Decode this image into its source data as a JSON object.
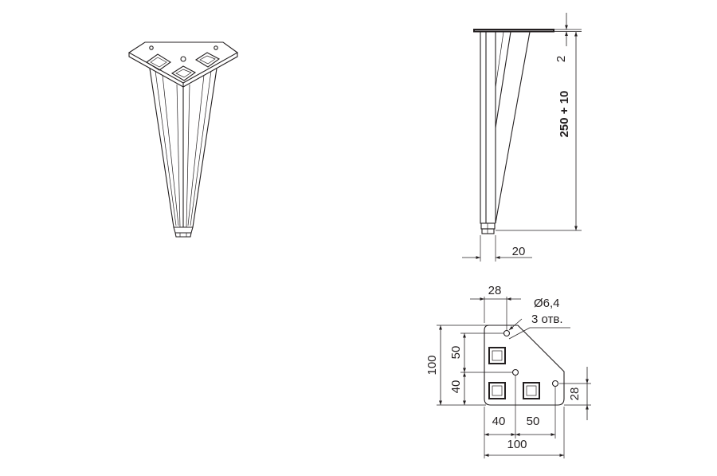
{
  "dimensions": {
    "plate_thickness": "2",
    "leg_height": "250 + 10",
    "foot_width": "20",
    "hole_offset_top": "28",
    "hole_diameter": "Ø6,4",
    "hole_count": "3 отв.",
    "plate_height": "100",
    "hole_spacing_vertical": "50",
    "hole_offset_vertical": "40",
    "hole_offset_right": "28",
    "hole_spacing_left": "40",
    "hole_spacing_right": "50",
    "plate_width": "100"
  }
}
